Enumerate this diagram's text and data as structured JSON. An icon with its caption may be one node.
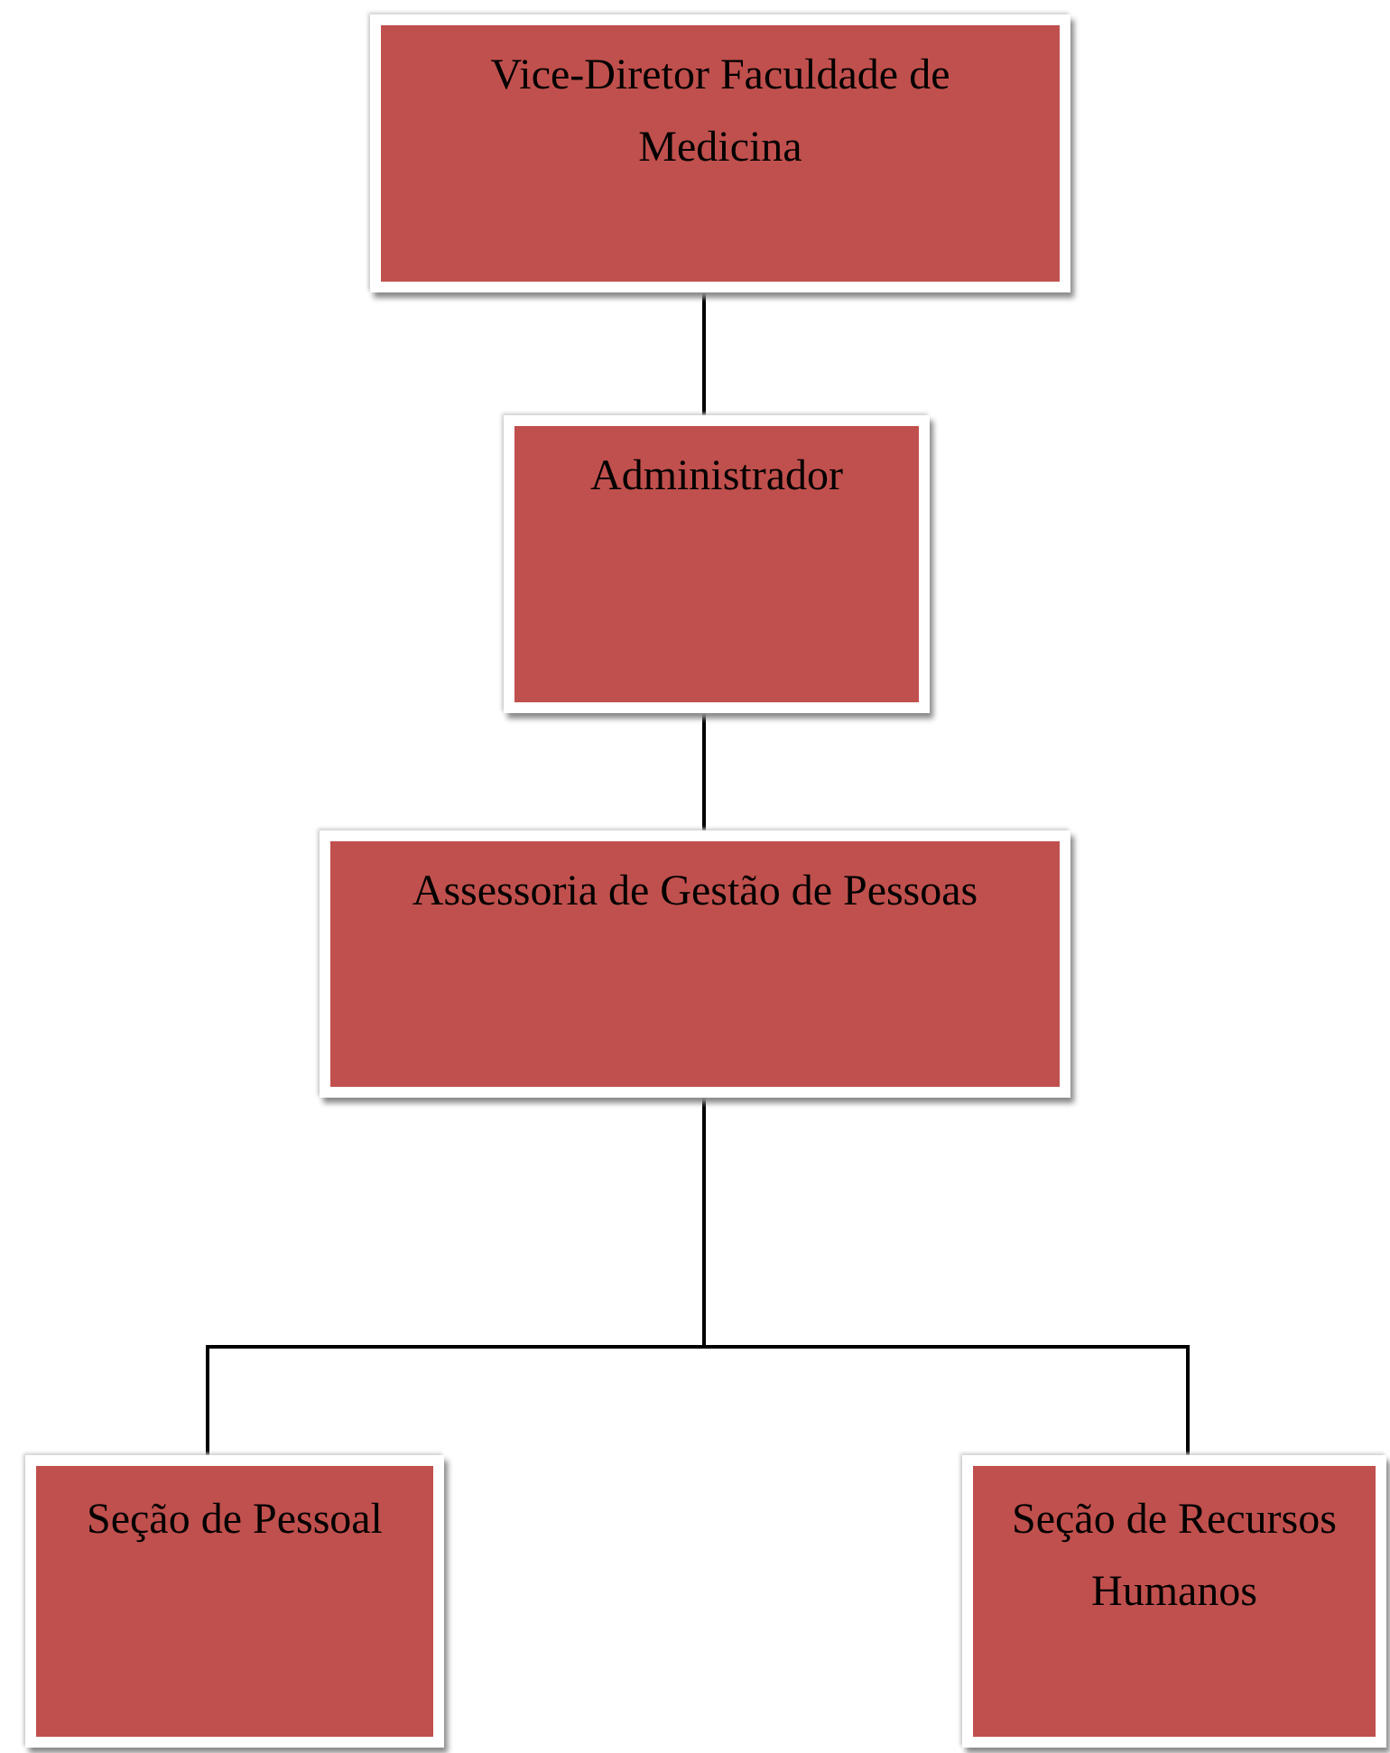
{
  "diagram": {
    "nodes": [
      {
        "text": [
          "Vice-Diretor Faculdade de Medicina"
        ]
      },
      {
        "text": [
          "Administrador"
        ]
      },
      {
        "text": [
          "Assessoria de Gestão de Pessoas"
        ]
      },
      {
        "text": [
          "Seção de Pessoal"
        ]
      },
      {
        "text": [
          "Seção de Recursos Humanos"
        ]
      }
    ],
    "edges": [
      {
        "from": 0,
        "to": 1,
        "arrow": "none"
      },
      {
        "from": 1,
        "to": 2,
        "arrow": "none"
      },
      {
        "from": 2,
        "to": 3,
        "arrow": "none"
      },
      {
        "from": 2,
        "to": 4,
        "arrow": "none"
      }
    ]
  }
}
